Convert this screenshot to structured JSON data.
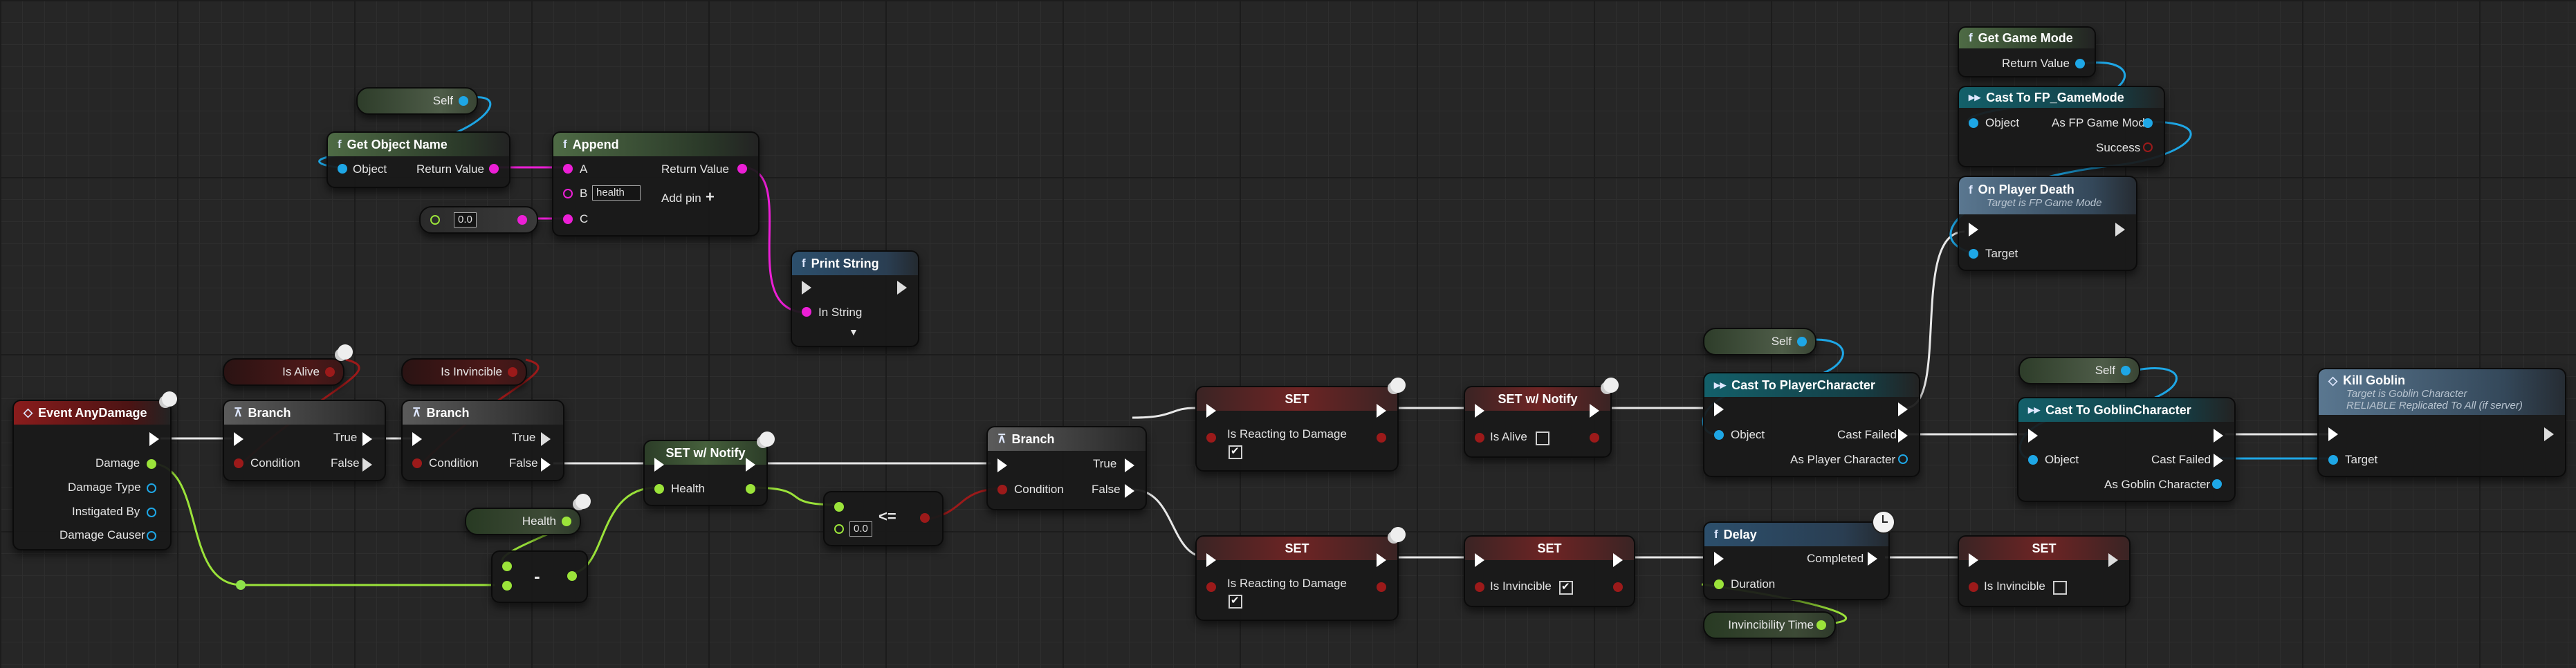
{
  "graph_title": "Event Graph",
  "colors": {
    "exec": "#ffffff",
    "float": "#9be33a",
    "bool": "#9c1a1a",
    "object": "#1ea7e6",
    "string": "#ec1fd6"
  },
  "nodes": {
    "self_top": {
      "label": "Self"
    },
    "get_object_name": {
      "title": "Get Object Name",
      "icon": "f",
      "object": "Object",
      "return_value": "Return Value"
    },
    "append": {
      "title": "Append",
      "icon": "f",
      "a": "A",
      "b": "B",
      "b_value": "health",
      "c": "C",
      "return_value": "Return Value",
      "add_pin": "Add pin",
      "add_pin_icon": "+"
    },
    "float_literal_top": {
      "value": "0.0"
    },
    "print_string": {
      "title": "Print String",
      "icon": "f",
      "in_string": "In String",
      "expand_icon": "▼"
    },
    "event_any_damage": {
      "title": "Event AnyDamage",
      "damage": "Damage",
      "damage_type": "Damage Type",
      "instigated_by": "Instigated By",
      "damage_causer": "Damage Causer"
    },
    "is_alive_var": {
      "label": "Is Alive"
    },
    "is_invincible_var": {
      "label": "Is Invincible"
    },
    "branch_1": {
      "title": "Branch",
      "condition": "Condition",
      "true_label": "True",
      "false_label": "False"
    },
    "branch_2": {
      "title": "Branch",
      "condition": "Condition",
      "true_label": "True",
      "false_label": "False"
    },
    "health_var": {
      "label": "Health"
    },
    "subtract": {
      "symbol": "-"
    },
    "set_notify_health": {
      "title": "SET w/ Notify",
      "pin": "Health"
    },
    "compare": {
      "symbol": "<=",
      "value": "0.0"
    },
    "branch_3": {
      "title": "Branch",
      "condition": "Condition",
      "true_label": "True",
      "false_label": "False"
    },
    "set_reacting_1": {
      "title": "SET",
      "pin": "Is Reacting to Damage",
      "checked": true
    },
    "set_reacting_2": {
      "title": "SET",
      "pin": "Is Reacting to Damage",
      "checked": true
    },
    "set_notify_alive": {
      "title": "SET w/ Notify",
      "pin": "Is Alive",
      "checked": false
    },
    "set_invincible_1": {
      "title": "SET",
      "pin": "Is Invincible",
      "checked": true
    },
    "self_player": {
      "label": "Self"
    },
    "cast_player": {
      "title": "Cast To PlayerCharacter",
      "object": "Object",
      "cast_failed": "Cast Failed",
      "as_output": "As Player Character"
    },
    "delay": {
      "title": "Delay",
      "icon": "f",
      "duration": "Duration",
      "completed": "Completed"
    },
    "invincibility_time_var": {
      "label": "Invincibility Time"
    },
    "set_invincible_2": {
      "title": "SET",
      "pin": "Is Invincible",
      "checked": false
    },
    "get_game_mode": {
      "title": "Get Game Mode",
      "icon": "f",
      "return_value": "Return Value"
    },
    "cast_game_mode": {
      "title": "Cast To FP_GameMode",
      "object": "Object",
      "as_output": "As FP Game Mode",
      "success": "Success"
    },
    "on_player_death": {
      "title": "On Player Death",
      "subtitle": "Target is FP Game Mode",
      "target": "Target"
    },
    "self_goblin": {
      "label": "Self"
    },
    "cast_goblin": {
      "title": "Cast To GoblinCharacter",
      "object": "Object",
      "cast_failed": "Cast Failed",
      "as_output": "As Goblin Character"
    },
    "kill_goblin": {
      "title": "Kill Goblin",
      "subtitle": "Target is Goblin Character",
      "subtitle2": "RELIABLE Replicated To All (if server)",
      "target": "Target"
    }
  }
}
